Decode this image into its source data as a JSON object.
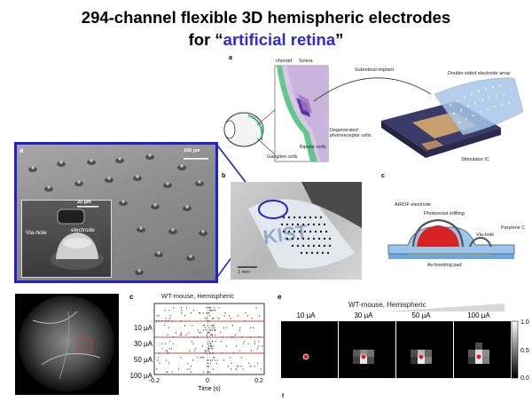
{
  "title": {
    "line1": "294-channel flexible 3D hemispheric electrodes",
    "line2_prefix": "for “",
    "line2_highlight": "artificial retina",
    "line2_suffix": "”"
  },
  "panel_a_top": {
    "letter": "a",
    "labels": {
      "choroid": "choroid",
      "sclera": "Sclera",
      "subretinal": "Subretinal implant",
      "double_sided": "Double-sided electrode array",
      "degenerated": "Degenerated",
      "photoreceptor": "photoreceptor cells",
      "bipolar": "Bipolar cells",
      "ganglion": "Ganglion cells",
      "stimulator": "Stimulator IC"
    }
  },
  "panel_a_sem": {
    "letter": "a",
    "scale": "100 µm",
    "inset_scale": "20 µm",
    "via_hole": "Via-hole",
    "electrode": "electrode"
  },
  "panel_b": {
    "letter": "b",
    "scale": "1 mm",
    "overlay": "KIST"
  },
  "panel_c_schematic": {
    "letter": "c",
    "airof": "AIROF electrode",
    "photoresist": "Photoresist infilling",
    "via_hole": "Via-hole",
    "parylene": "Parylene C",
    "au_pad": "Au bonding pad"
  },
  "raster": {
    "letter": "c",
    "title": "WT-mouse, Hemispheric",
    "rows": [
      "10 µA",
      "30 µA",
      "50 µA",
      "100 µA"
    ],
    "xticks": [
      "-0.2",
      "0",
      "0.2"
    ],
    "xlabel": "Time (s)"
  },
  "heatmaps": {
    "letter": "e",
    "title": "WT-mouse, Hemispheric",
    "labels": [
      "10 µA",
      "30 µA",
      "50 µA",
      "100 µA"
    ],
    "colorbar_ticks": [
      "1.0",
      "0.5",
      "0.0"
    ]
  },
  "footer_marks": {
    "left": "f"
  },
  "colors": {
    "highlight": "#2b2bd9",
    "frame": "#2020d0",
    "raster_line": "#e04040"
  }
}
